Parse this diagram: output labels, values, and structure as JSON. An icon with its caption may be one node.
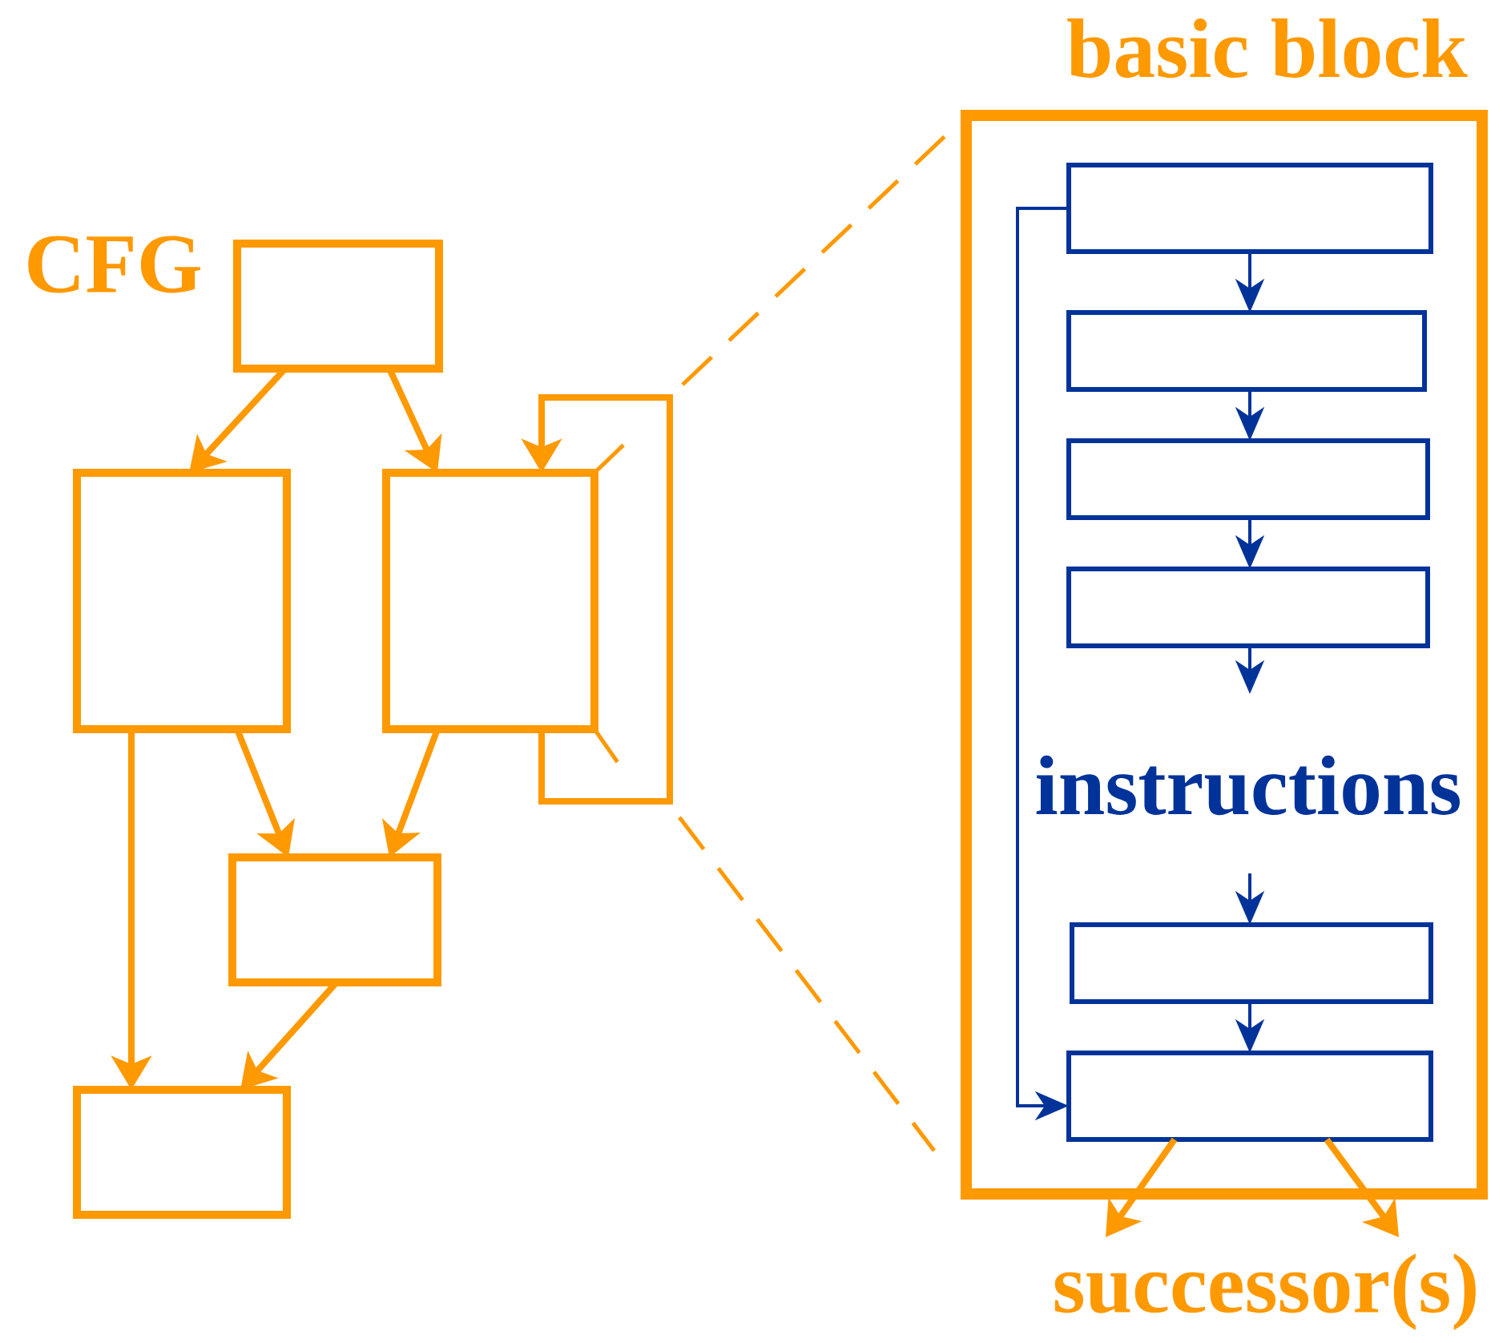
{
  "diagram": {
    "nodes": [
      {
        "text": [],
        "shape": "box"
      },
      {
        "text": [],
        "shape": "box"
      },
      {
        "text": [],
        "shape": "box"
      },
      {
        "text": [],
        "shape": "box"
      },
      {
        "text": [],
        "shape": "box"
      },
      {
        "text": [
          "basic block"
        ]
      },
      {
        "text": [],
        "shape": "box",
        "in": 5
      },
      {
        "text": [],
        "shape": "box",
        "in": 5
      },
      {
        "text": [],
        "shape": "box",
        "in": 5
      },
      {
        "text": [],
        "shape": "box",
        "in": 5
      },
      {
        "text": [],
        "shape": "box",
        "in": 5
      },
      {
        "text": [],
        "shape": "box",
        "in": 5
      }
    ],
    "edges": [
      {
        "from": 0,
        "to": 1,
        "arrow": "to"
      },
      {
        "from": 0,
        "to": 2,
        "arrow": "to"
      },
      {
        "from": 2,
        "to": 2,
        "arrow": "to"
      },
      {
        "from": 1,
        "to": 3,
        "arrow": "to"
      },
      {
        "from": 2,
        "to": 3,
        "arrow": "to"
      },
      {
        "from": 1,
        "to": 4,
        "arrow": "to"
      },
      {
        "from": 3,
        "to": 4,
        "arrow": "to"
      },
      {
        "from": 6,
        "to": 7,
        "arrow": "to",
        "color": "#003399"
      },
      {
        "from": 7,
        "to": 8,
        "arrow": "to",
        "color": "#003399"
      },
      {
        "from": 8,
        "to": 9,
        "arrow": "to",
        "color": "#003399"
      },
      {
        "from": 9,
        "to": null,
        "arrow": "to",
        "color": "#003399"
      },
      {
        "from": null,
        "to": 10,
        "arrow": "to",
        "color": "#003399"
      },
      {
        "from": 10,
        "to": 11,
        "arrow": "to",
        "color": "#003399"
      },
      {
        "from": 6,
        "to": 11,
        "arrow": "to",
        "color": "#003399"
      },
      {
        "from": 11,
        "to": null,
        "arrow": "to"
      },
      {
        "from": 11,
        "to": null,
        "arrow": "to"
      }
    ],
    "labels": [
      "CFG",
      "instructions",
      "successor(s)"
    ]
  }
}
